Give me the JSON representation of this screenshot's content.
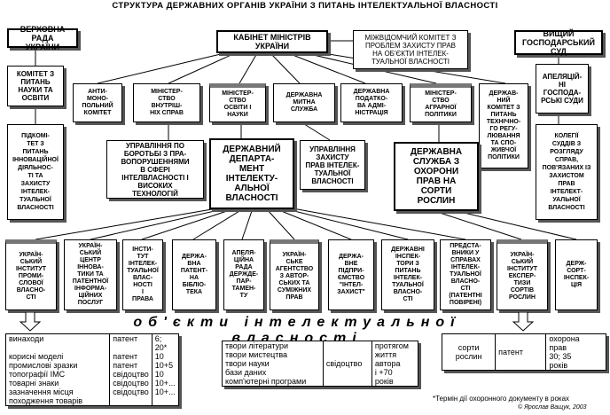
{
  "title": "СТРУКТУРА ДЕРЖАВНИХ ОРГАНІВ УКРАЇНИ З ПИТАНЬ ІНТЕЛЕКТУАЛЬНОЇ   ВЛАСНОСТІ",
  "top": {
    "rada": "ВЕРХОВНА РАДА\nУКРАЇНИ",
    "cabinet": "КАБІНЕТ МІНІСТРІВ\nУКРАЇНИ",
    "interdept": "МІЖВІДОМЧИЙ КОМІТЕТ З\nПРОБЛЕМ ЗАХИСТУ ПРАВ\nНА ОБ'ЄКТИ ІНТЕЛЕК-\nТУАЛЬНОЇ ВЛАСНОСТІ",
    "court": "ВИЩИЙ\nГОСПОДАРСЬКИЙ СУД"
  },
  "left_column": {
    "committee": "КОМІТЕТ З\nПИТАНЬ\nНАУКИ ТА\nОСВІТИ",
    "subcommittee": "ПІДКОМІ-\nТЕТ З\nПИТАНЬ\nІННОВАЦІЙНОЇ\nДІЯЛЬНОС-\nТІ ТА\nЗАХИСТУ\nІНТЕЛЕК-\nТУАЛЬНОЇ\nВЛАСНОСТІ"
  },
  "right_column": {
    "appeal_courts": "АПЕЛЯЦІЙ-\nНІ\nГОСПОДА-\nРСЬКІ СУДИ",
    "collegia": "КОЛЕГІЇ\nСУДДІВ З\nРОЗГЛЯДУ\nСПРАВ,\nПОВ'ЯЗАНИХ ІЗ\nЗАХИСТОМ\nПРАВ\nІНТЕЛЕКТ-\nУАЛЬНОЇ\nВЛАСНОСТІ"
  },
  "level2": [
    "АНТИ-\nМОНО-\nПОЛЬНИЙ\nКОМІТЕТ",
    "МІНІСТЕР-\nСТВО\nВНУТРІШ-\nНІХ СПРАВ",
    "МІНІСТЕР-\nСТВО\nОСВІТИ І\nНАУКИ",
    "ДЕРЖАВНА\nМИТНА\nСЛУЖБА",
    "ДЕРЖАВНА\nПОДАТКО-\nВА АДМІ-\nНІСТРАЦІЯ",
    "МІНІСТЕР-\nСТВО\nАГРАРНОЇ\nПОЛІТИКИ",
    "ДЕРЖАВ-\nНИЙ\nКОМІТЕТ З\nПИТАНЬ\nТЕХНІЧНО-\nГО РЕГУ-\nЛЮВАННЯ\nТА СПО-\nЖИВЧОЇ\nПОЛІТИКИ"
  ],
  "level3": {
    "crime_unit": "УПРАВЛІННЯ ПО\nБОРОТЬБІ З ПРА-\nВОПОРУШЕННЯМИ\nВ СФЕРІ\nІНТЕЛВЛАСНОСТІ І\nВИСОКИХ\nТЕХНОЛОГІЙ",
    "state_dept": "ДЕРЖАВНИЙ\nДЕПАРТА-\nМЕНТ\nІНТЕЛЕКТУ-\nАЛЬНОЇ\nВЛАСНОСТІ",
    "customs_unit": "УПРАВЛІННЯ\nЗАХИСТУ\nПРАВ ІНТЕЛЕК-\nТУАЛЬНОЇ\nВЛАСНОСТІ",
    "plant_service": "ДЕРЖАВНА\nСЛУЖБА З\nОХОРОНИ\nПРАВ НА\nСОРТИ\nРОСЛИН"
  },
  "level4": [
    "УКРАЇН-\nСЬКИЙ\nІНСТИТУТ\nПРОМИ-\nСЛОВОЇ\nВЛАСНО-\nСТІ",
    "УКРАЇН-\nСЬКИЙ\nЦЕНТР\nІННОВА-\nТИКИ ТА\nПАТЕНТНОЇ\nІНФОРМА-\nЦІЙНИХ\nПОСЛУГ",
    "ІНСТИ-\nТУТ\nІНТЕЛЕК-\nТУАЛЬНОЇ\nВЛАС-\nНОСТІ\nІ\nПРАВА",
    "ДЕРЖА-\nВНА\nПАТЕНТ-\nНА\nБІБЛІО-\nТЕКА",
    "АПЕЛЯ-\nЦІЙНА\nРАДА\nДЕРЖДЕ-\nПАР-\nТАМЕН-\nТУ",
    "УКРАЇН-\nСЬКЕ\nАГЕНТСТВО\nЗ АВТОР-\nСЬКИХ ТА\nСУМІЖНИХ\nПРАВ",
    "ДЕРЖА-\nВНЕ\nПІДПРИ-\nЄМСТВО\n\"ІНТЕЛ-\nЗАХИСТ\"",
    "ДЕРЖАВНІ\nІНСПЕК-\nТОРИ З\nПИТАНЬ\nІНТЕЛЕК-\nТУАЛЬНОЇ\nВЛАСНО-\nСТІ",
    "ПРЕДСТА-\nВНИКИ У\nСПРАВАХ\nІНТЕЛЕК-\nТУАЛЬНОЇ\nВЛАСНО-\nСТІ\n(ПАТЕНТНІ\nПОВІРЕНІ)",
    "УКРАЇН-\nСЬКИЙ\nІНСТИТУТ\nЕКСПЕР-\nТИЗИ\nСОРТІВ\nРОСЛИН",
    "ДЕРЖ-\nСОРТ-\nІНСПЕК-\nЦІЯ"
  ],
  "ip_objects_label": "об'єкти інтелектуальної власності",
  "tables": {
    "left": [
      [
        "винаходи",
        "патент",
        "6; 20*"
      ],
      [
        "корисні моделі",
        "патент",
        "10"
      ],
      [
        "промислові зразки",
        "патент",
        "10+5"
      ],
      [
        "топографії ІМС",
        "свідоцтво",
        "10"
      ],
      [
        "товарні знаки",
        "свідоцтво",
        "10+..."
      ],
      [
        "зазначення місця походження товарів",
        "свідоцтво",
        "10+..."
      ]
    ],
    "middle": {
      "items": [
        "твори літератури",
        "твори мистецтва",
        "твори науки",
        "бази даних",
        "комп'ютерні програми"
      ],
      "doc": "свідоцтво",
      "term": "протягом\nжиття\nавтора\nі +70\nроків"
    },
    "right": {
      "item": "сорти\nрослин",
      "doc": "патент",
      "term": "охорона\nправ\n30; 35\nроків"
    }
  },
  "footnote": "*Термін дії охоронного документу в роках",
  "copyright": "© Ярослав Ващук, 2003",
  "colors": {
    "shadow": "#555555",
    "accent_bar": "#777777",
    "line": "#000000"
  }
}
